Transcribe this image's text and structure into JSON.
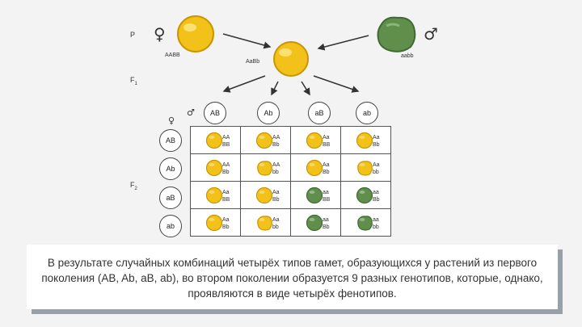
{
  "labels": {
    "p": "P",
    "f1": "F",
    "f1_sub": "1",
    "f2": "F",
    "f2_sub": "2",
    "female_symbol": "♀",
    "male_symbol": "♂"
  },
  "parents": {
    "female_genotype": "AABB",
    "male_genotype": "aabb",
    "f1_genotype": "AaBb"
  },
  "gametes_top": [
    "AB",
    "Ab",
    "aB",
    "ab"
  ],
  "gametes_left": [
    "AB",
    "Ab",
    "aB",
    "ab"
  ],
  "grid": [
    [
      {
        "g1": "AA",
        "g2": "BB",
        "color": "yellow",
        "shape": "smooth"
      },
      {
        "g1": "AA",
        "g2": "Bb",
        "color": "yellow",
        "shape": "smooth"
      },
      {
        "g1": "Aa",
        "g2": "BB",
        "color": "yellow",
        "shape": "smooth"
      },
      {
        "g1": "Aa",
        "g2": "Bb",
        "color": "yellow",
        "shape": "smooth"
      }
    ],
    [
      {
        "g1": "AA",
        "g2": "Bb",
        "color": "yellow",
        "shape": "smooth"
      },
      {
        "g1": "AA",
        "g2": "bb",
        "color": "yellow",
        "shape": "wrinkled"
      },
      {
        "g1": "Aa",
        "g2": "Bb",
        "color": "yellow",
        "shape": "smooth"
      },
      {
        "g1": "Aa",
        "g2": "bb",
        "color": "yellow",
        "shape": "wrinkled"
      }
    ],
    [
      {
        "g1": "Aa",
        "g2": "BB",
        "color": "yellow",
        "shape": "smooth"
      },
      {
        "g1": "Aa",
        "g2": "Bb",
        "color": "yellow",
        "shape": "smooth"
      },
      {
        "g1": "aa",
        "g2": "BB",
        "color": "green",
        "shape": "smooth"
      },
      {
        "g1": "aa",
        "g2": "Bb",
        "color": "green",
        "shape": "smooth"
      }
    ],
    [
      {
        "g1": "Aa",
        "g2": "Bb",
        "color": "yellow",
        "shape": "smooth"
      },
      {
        "g1": "Aa",
        "g2": "bb",
        "color": "yellow",
        "shape": "wrinkled"
      },
      {
        "g1": "aa",
        "g2": "Bb",
        "color": "green",
        "shape": "smooth"
      },
      {
        "g1": "aa",
        "g2": "bb",
        "color": "green",
        "shape": "wrinkled"
      }
    ]
  ],
  "colors": {
    "yellow": "#f2c21b",
    "yellow_dark": "#c99500",
    "green": "#5f8f4a",
    "green_dark": "#3f6b33"
  },
  "caption": "В результате случайных комбинаций четырёх типов гамет, образующихся у растений из первого поколения (AB, Ab, aB, ab), во втором поколении образуется 9 разных генотипов, которые, однако, проявляются в виде четырёх фенотипов."
}
